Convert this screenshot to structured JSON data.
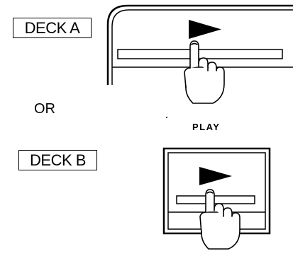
{
  "deck_a": {
    "label": "DECK A"
  },
  "deck_b": {
    "label": "DECK B"
  },
  "connector": {
    "label": "OR"
  },
  "play_caption": {
    "label": "PLAY"
  },
  "icons": {
    "play_button": "play-triangle-icon",
    "pointer": "pointing-hand-icon"
  }
}
